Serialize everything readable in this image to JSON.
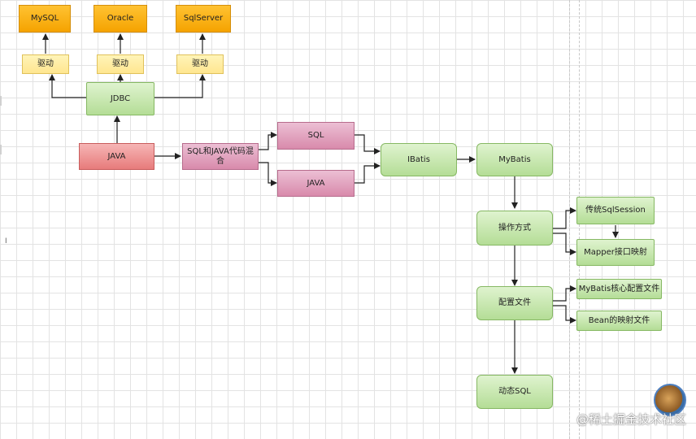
{
  "nodes": {
    "mysql": "MySQL",
    "oracle": "Oracle",
    "sqlserver": "SqlServer",
    "driver1": "驱动",
    "driver2": "驱动",
    "driver3": "驱动",
    "jdbc": "JDBC",
    "java": "JAVA",
    "mixed": "SQL和JAVA代码混合",
    "sql": "SQL",
    "java2": "JAVA",
    "ibatis": "IBatis",
    "mybatis": "MyBatis",
    "operation": "操作方式",
    "sqlsession": "传统SqlSession",
    "mapper": "Mapper接口映射",
    "config": "配置文件",
    "core_config": "MyBatis核心配置文件",
    "bean_mapping": "Bean的映射文件",
    "dynamic_sql": "动态SQL"
  },
  "watermark": "@稀土掘金技术社区",
  "colors": {
    "orange": "#f5a300",
    "yellow": "#ffe690",
    "green": "#b4dd96",
    "red": "#e77b7b",
    "pink": "#d88aab",
    "edge": "#222222"
  }
}
